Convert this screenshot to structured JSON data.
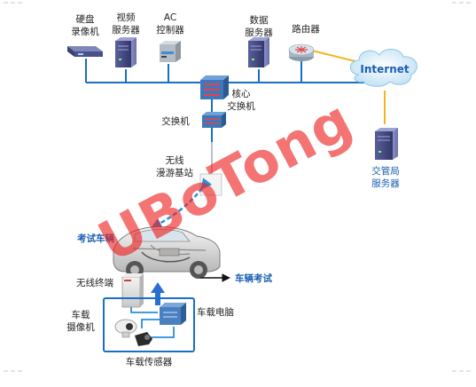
{
  "nodes": {
    "disk_recorder": [
      "硬盘",
      "录像机"
    ],
    "video_server": [
      "视频",
      "服务器"
    ],
    "ac_controller": [
      "AC",
      "控制器"
    ],
    "data_server": [
      "数据",
      "服务器"
    ],
    "router": "路由器",
    "internet": "Internet",
    "core_switch": [
      "核心",
      "交换机"
    ],
    "switch": "交换机",
    "traffic_server": [
      "交管局",
      "服务器"
    ],
    "wireless_ap": [
      "无线",
      "漫游基站"
    ],
    "test_vehicle": "考试车辆",
    "vehicle_exam": "车辆考试",
    "wireless_terminal": "无线终端",
    "vehicle_camera": [
      "车载",
      "摄像机"
    ],
    "vehicle_pc": "车载电脑",
    "vehicle_sensor": "车载传感器"
  },
  "watermark": "UBoTong",
  "colors": {
    "ethernet": "#1a6fc4",
    "internet_link": "#f2b51c",
    "wireless": "#2a8fd8",
    "label_blue": "#1a5fb4",
    "watermark": "#ee2020"
  }
}
